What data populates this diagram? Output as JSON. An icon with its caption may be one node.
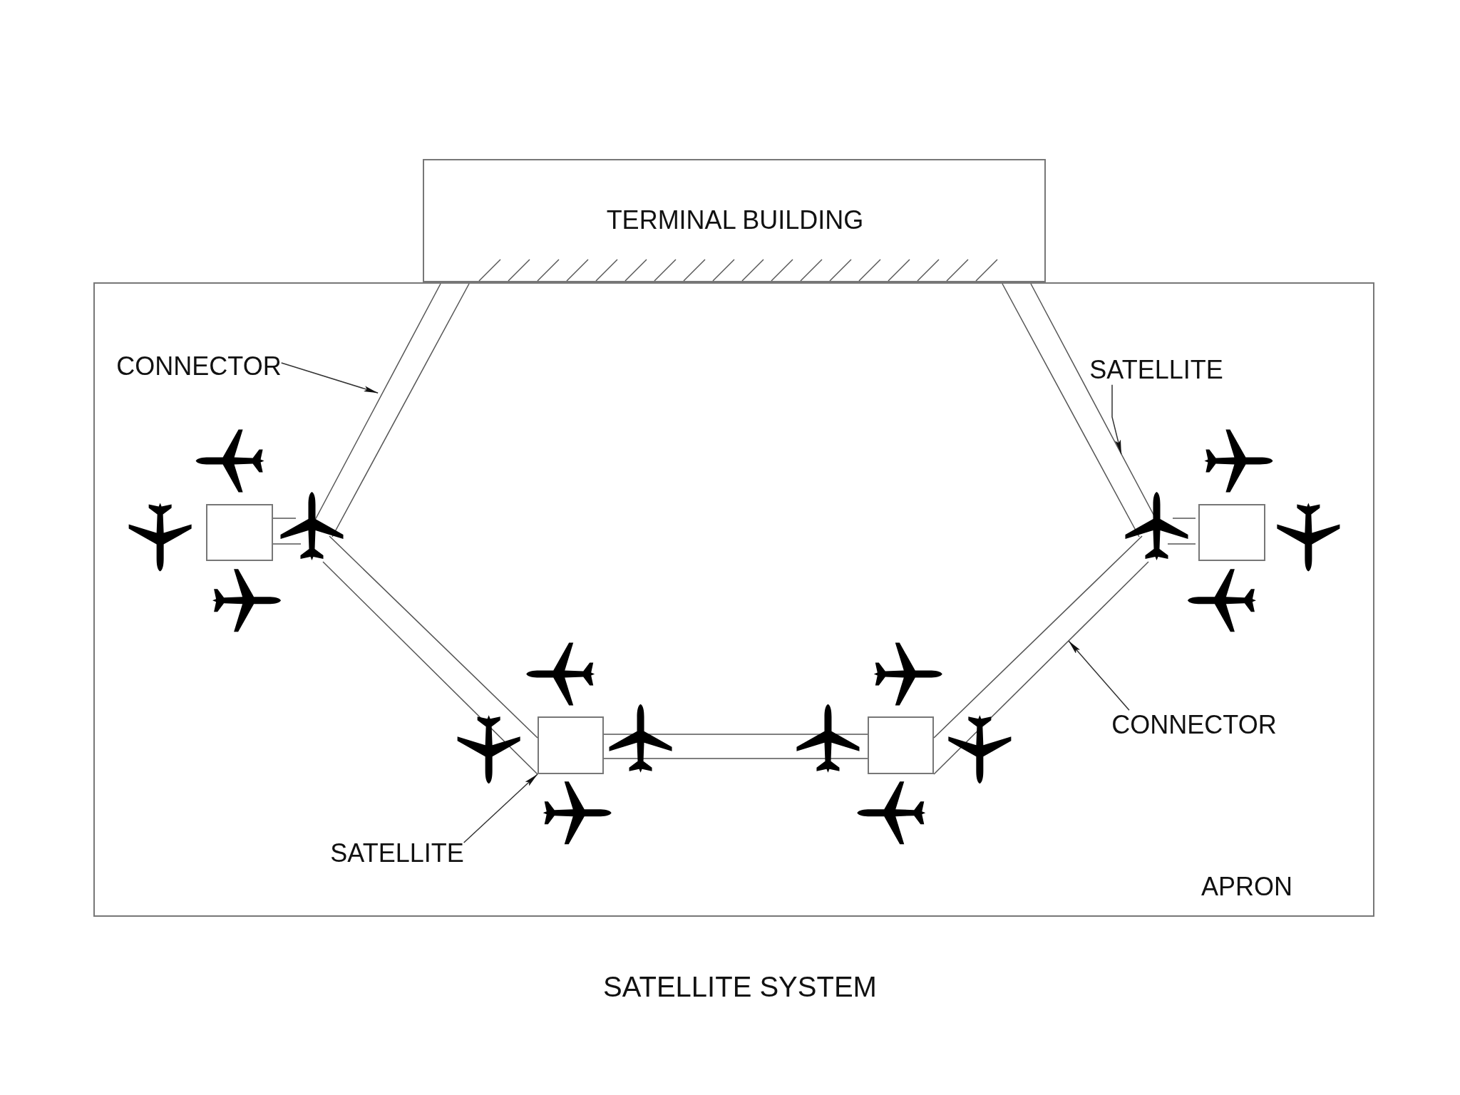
{
  "diagram": {
    "caption": "SATELLITE SYSTEM",
    "nodes": [
      {
        "text": [
          "TERMINAL BUILDING"
        ]
      },
      {
        "text": [
          "APRON"
        ]
      },
      {
        "text": [
          "CONNECTOR"
        ],
        "in": 1
      },
      {
        "text": [
          "SATELLITE"
        ],
        "in": 1
      },
      {
        "text": [],
        "shape": "box",
        "in": 1
      },
      {
        "text": [],
        "shape": "box",
        "in": 1
      },
      {
        "text": [],
        "shape": "box",
        "in": 1
      },
      {
        "text": [],
        "shape": "box",
        "in": 1
      },
      {
        "text": [
          "CONNECTOR"
        ],
        "in": 1
      },
      {
        "text": [
          "SATELLITE"
        ],
        "in": 1
      },
      {
        "text": [],
        "shape": "bar",
        "in": 1
      },
      {
        "text": [],
        "shape": "bar",
        "in": 1
      },
      {
        "text": [],
        "shape": "bar",
        "in": 1
      },
      {
        "text": [],
        "shape": "bar",
        "in": 1
      },
      {
        "text": [],
        "shape": "bar",
        "in": 1
      }
    ],
    "edges": [
      {
        "from": 2,
        "to": 10,
        "arrow": "to"
      },
      {
        "from": 3,
        "to": 14,
        "arrow": "to"
      },
      {
        "from": 8,
        "to": 13,
        "arrow": "to"
      },
      {
        "from": 9,
        "to": 6,
        "arrow": "to"
      }
    ]
  }
}
